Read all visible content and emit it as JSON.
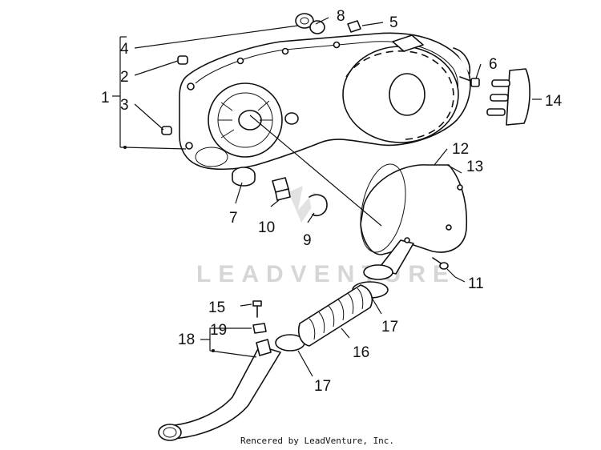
{
  "callouts": [
    {
      "id": "1",
      "label": "1"
    },
    {
      "id": "2",
      "label": "2"
    },
    {
      "id": "3",
      "label": "3"
    },
    {
      "id": "4",
      "label": "4"
    },
    {
      "id": "5",
      "label": "5"
    },
    {
      "id": "6",
      "label": "6"
    },
    {
      "id": "7",
      "label": "7"
    },
    {
      "id": "8",
      "label": "8"
    },
    {
      "id": "9",
      "label": "9"
    },
    {
      "id": "10",
      "label": "10"
    },
    {
      "id": "11",
      "label": "11"
    },
    {
      "id": "12",
      "label": "12"
    },
    {
      "id": "13",
      "label": "13"
    },
    {
      "id": "14",
      "label": "14"
    },
    {
      "id": "15",
      "label": "15"
    },
    {
      "id": "16",
      "label": "16"
    },
    {
      "id": "17a",
      "label": "17"
    },
    {
      "id": "17b",
      "label": "17"
    },
    {
      "id": "18",
      "label": "18"
    },
    {
      "id": "19",
      "label": "19"
    }
  ],
  "watermark": "LEADVENTURE",
  "footer": "Rencered by LeadVenture, Inc."
}
